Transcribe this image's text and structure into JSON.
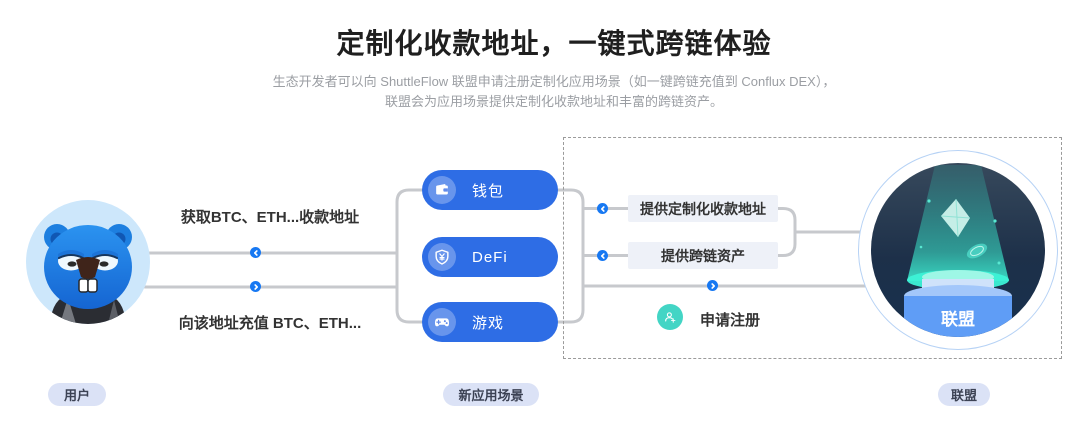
{
  "header": {
    "title": "定制化收款地址，一键式跨链体验",
    "subtitle_line1": "生态开发者可以向 ShuttleFlow 联盟申请注册定制化应用场景（如一键跨链充值到 Conflux DEX），",
    "subtitle_line2": "联盟会为应用场景提供定制化收款地址和丰富的跨链资产。"
  },
  "flows": {
    "get_address": "获取BTC、ETH...收款地址",
    "deposit": "向该地址充值 BTC、ETH..."
  },
  "scenarios": [
    {
      "label": "钱包",
      "icon": "wallet-icon"
    },
    {
      "label": "DeFi",
      "icon": "shield-yuan-icon"
    },
    {
      "label": "游戏",
      "icon": "gamepad-icon"
    }
  ],
  "alliance": {
    "provide_address": "提供定制化收款地址",
    "provide_assets": "提供跨链资产",
    "apply_label": "申请注册",
    "podium_label": "联盟"
  },
  "labels": {
    "user": "用户",
    "new_scenarios": "新应用场景",
    "alliance": "联盟"
  },
  "colors": {
    "pill_blue": "#2e6de5",
    "arrow_blue": "#1778f2",
    "line_gray": "#c7c9cd",
    "teal": "#43d5c5",
    "tag_bg": "#dbe2f6",
    "box_bg": "#eef1f8",
    "mascot_bg": "#cde7fb",
    "alliance_navy": "#1d3049",
    "alliance_beam": "#3cf0d2",
    "podium_blue": "#5f9df6"
  }
}
